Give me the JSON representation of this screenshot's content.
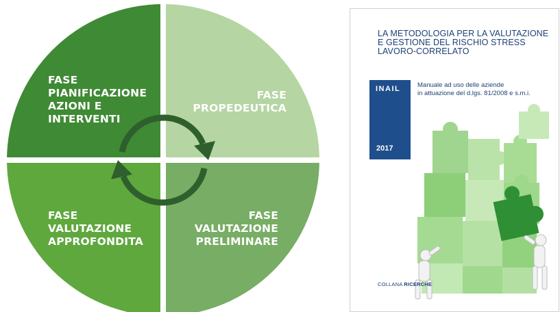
{
  "diagram": {
    "quadrants": [
      {
        "id": "top-left",
        "lines": [
          "FASE",
          "PIANIFICAZIONE",
          "AZIONI E",
          "INTERVENTI"
        ],
        "color": "#3f8a34"
      },
      {
        "id": "top-right",
        "lines": [
          "FASE",
          "PROPEDEUTICA"
        ],
        "color": "#b5d5a2"
      },
      {
        "id": "bottom-left",
        "lines": [
          "FASE",
          "VALUTAZIONE",
          "APPROFONDITA"
        ],
        "color": "#5fa83e"
      },
      {
        "id": "bottom-right",
        "lines": [
          "FASE",
          "VALUTAZIONE",
          "PRELIMINARE"
        ],
        "color": "#78ad65"
      }
    ],
    "cycle_arrow_color": "#2e5f2c"
  },
  "cover": {
    "title_lines": [
      "LA METODOLOGIA PER LA VALUTAZIONE",
      "E GESTIONE DEL RISCHIO STRESS",
      "LAVORO-CORRELATO"
    ],
    "brand": "INAIL",
    "year": "2017",
    "subtitle_lines": [
      "Manuale ad uso delle aziende",
      "in attuazione del d.lgs. 81/2008 e s.m.i."
    ],
    "series_prefix": "COLLANA",
    "series_name": "RICERCHE",
    "brand_color": "#1f4e8c"
  }
}
